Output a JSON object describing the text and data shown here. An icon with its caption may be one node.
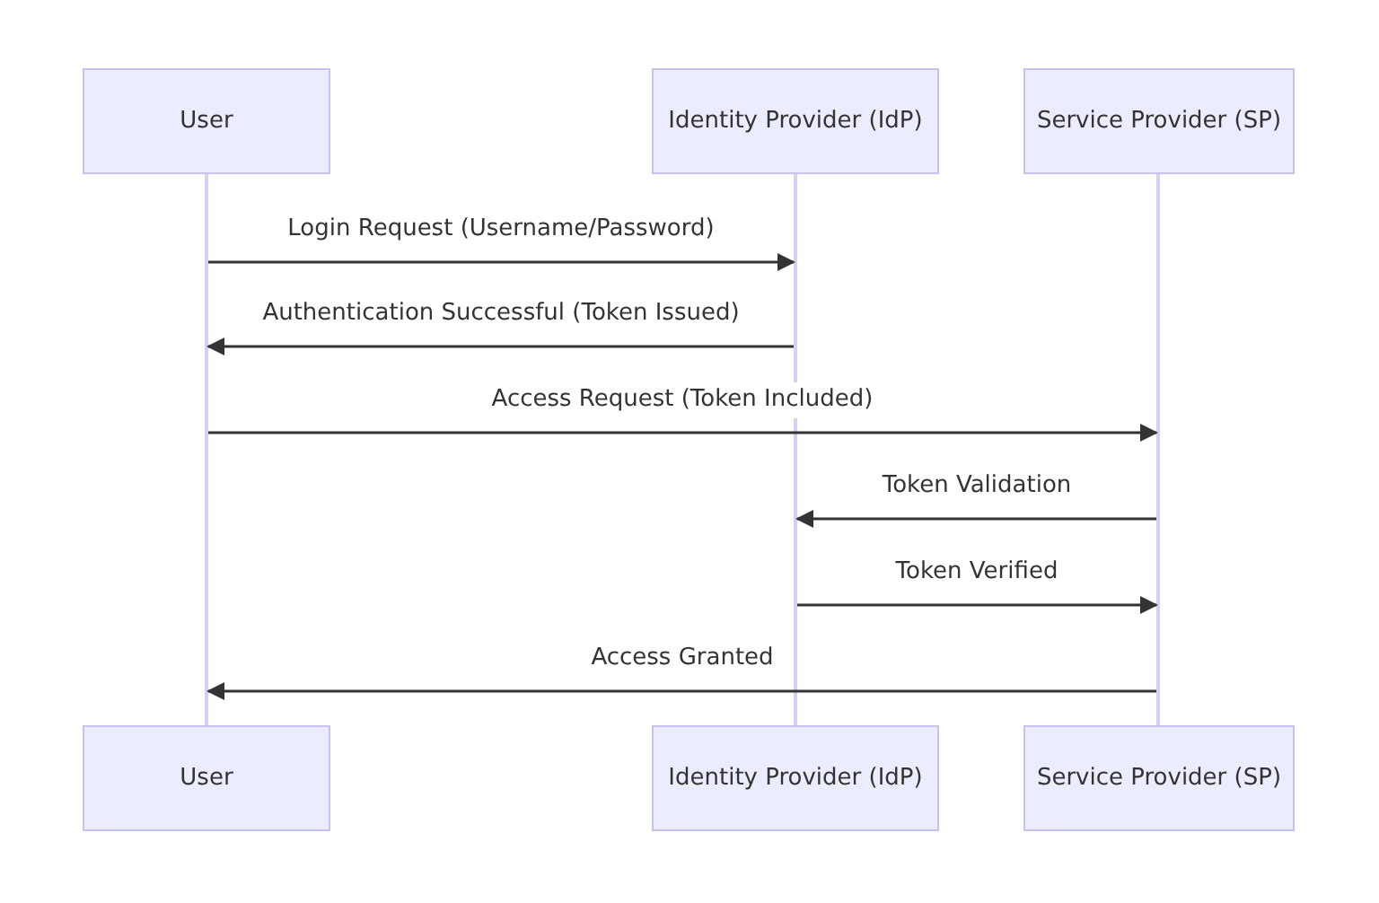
{
  "diagram": {
    "nodes": [
      {
        "text": [
          "User"
        ]
      },
      {
        "text": [
          "Identity Provider (IdP)"
        ]
      },
      {
        "text": [
          "Service Provider (SP)"
        ]
      },
      {
        "text": [
          "User"
        ]
      },
      {
        "text": [
          "Identity Provider (IdP)"
        ]
      },
      {
        "text": [
          "Service Provider (SP)"
        ]
      },
      {
        "text": [],
        "shape": "bar"
      },
      {
        "text": [],
        "shape": "bar"
      },
      {
        "text": [],
        "shape": "bar"
      }
    ],
    "edges": [
      {
        "from": 6,
        "to": 7,
        "arrow": "to",
        "label": "Login Request (Username/Password)"
      },
      {
        "from": 7,
        "to": 6,
        "arrow": "to",
        "label": "Authentication Successful (Token Issued)"
      },
      {
        "from": 6,
        "to": 8,
        "arrow": "to",
        "label": "Access Request (Token Included)"
      },
      {
        "from": 8,
        "to": 7,
        "arrow": "to",
        "label": "Token Validation"
      },
      {
        "from": 7,
        "to": 8,
        "arrow": "to",
        "label": "Token Verified"
      },
      {
        "from": 8,
        "to": 6,
        "arrow": "to",
        "label": "Access Granted"
      }
    ]
  }
}
